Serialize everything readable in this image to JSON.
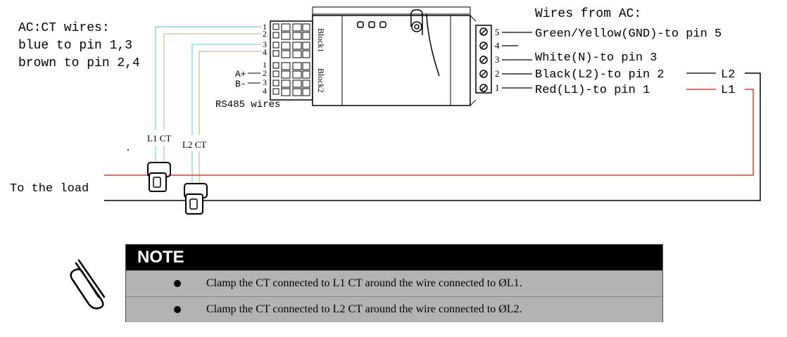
{
  "ct_wires": {
    "title": "AC:CT wires:",
    "line1": "blue to pin 1,3",
    "line2": "brown to pin 2,4"
  },
  "block1_pins": [
    "1",
    "2",
    "3",
    "4"
  ],
  "block2_pins": [
    "1",
    "2",
    "3",
    "4"
  ],
  "block1_label": "Block1",
  "block2_label": "Block2",
  "rs485": {
    "a_label": "A+",
    "b_label": "B-",
    "wires_label": "RS485 wires"
  },
  "ct_labels": {
    "l1": "L1 CT",
    "l2": "L2 CT"
  },
  "load_label": "To the load",
  "ac_wires": {
    "title": "Wires from AC:",
    "pins": [
      {
        "num": "5",
        "text": "Green/Yellow(GND)-to pin 5"
      },
      {
        "num": "4",
        "text": ""
      },
      {
        "num": "3",
        "text": "White(N)-to pin 3"
      },
      {
        "num": "2",
        "text": "Black(L2)-to pin 2"
      },
      {
        "num": "1",
        "text": "Red(L1)-to pin 1"
      }
    ],
    "l2_label": "L2",
    "l1_label": "L1"
  },
  "colors": {
    "blue_wire": "#8fdcec",
    "brown_wire": "#ddc6a2",
    "red_wire": "#e23b3b",
    "black_wire": "#000000"
  },
  "note": {
    "heading": "NOTE",
    "items": [
      "Clamp the CT connected to L1 CT around the wire connected to ØL1.",
      "Clamp the CT connected to L2 CT around the wire connected to ØL2."
    ]
  }
}
